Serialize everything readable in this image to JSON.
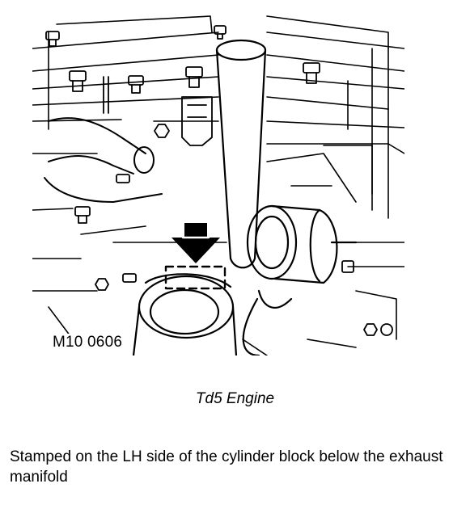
{
  "figure": {
    "reference": "M10 0606",
    "icons": [
      "engine-illustration",
      "down-arrow-icon",
      "location-marker-box"
    ]
  },
  "caption": "Td5 Engine",
  "body_text": "Stamped on the LH side of the cylinder block below the exhaust manifold"
}
